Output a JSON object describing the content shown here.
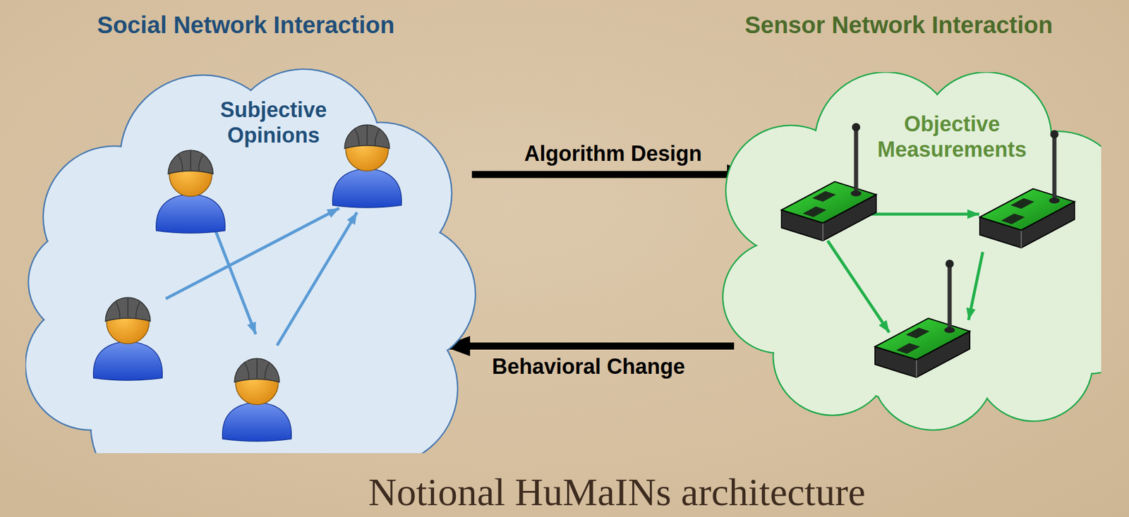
{
  "diagram": {
    "caption": "Notional HuMaINs architecture",
    "nodes": [
      {
        "text": [
          "Social Network Interaction",
          "Subjective Opinions"
        ]
      },
      {
        "text": [
          "Sensor Network Interaction",
          "Objective Measurements"
        ]
      }
    ],
    "edges": [
      {
        "from": 0,
        "to": 1,
        "label": "Algorithm Design",
        "arrow": "to"
      },
      {
        "from": 1,
        "to": 0,
        "label": "Behavioral Change",
        "arrow": "to"
      }
    ]
  }
}
